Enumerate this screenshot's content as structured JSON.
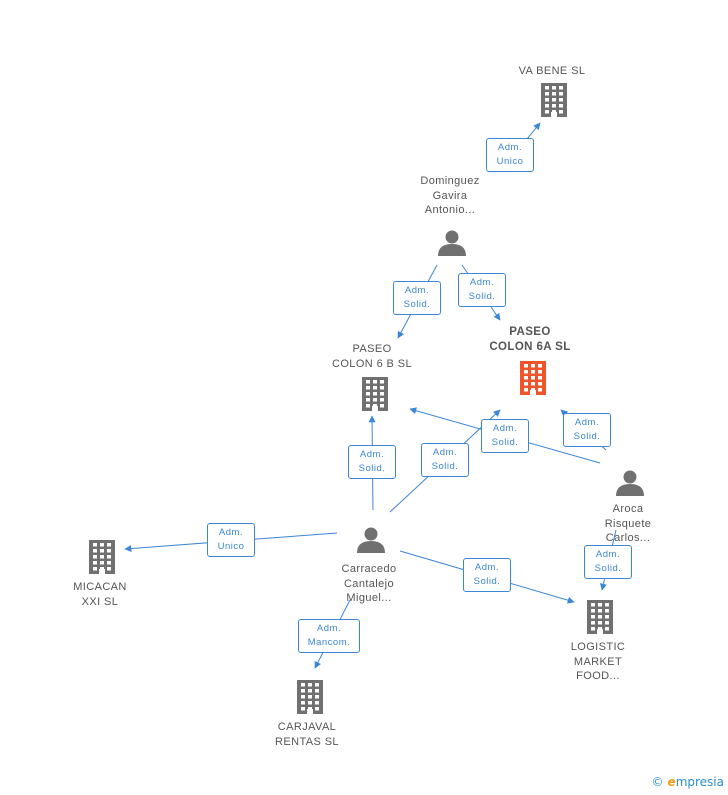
{
  "colors": {
    "edge": "#3b86d6",
    "node": "#707070",
    "highlight": "#f0542a"
  },
  "nodes": [
    {
      "id": "vabene",
      "type": "company",
      "label": "VA BENE SL",
      "icon": "building-icon"
    },
    {
      "id": "dominguez",
      "type": "person",
      "label": "Dominguez\nGavira\nAntonio...",
      "icon": "person-icon"
    },
    {
      "id": "paseo6b",
      "type": "company",
      "label": "PASEO\nCOLON 6 B SL",
      "icon": "building-icon"
    },
    {
      "id": "paseo6a",
      "type": "company",
      "label": "PASEO\nCOLON 6A SL",
      "icon": "building-icon",
      "highlight": true
    },
    {
      "id": "aroca",
      "type": "person",
      "label": "Aroca\nRisquete\nCarlos...",
      "icon": "person-icon"
    },
    {
      "id": "carracedo",
      "type": "person",
      "label": "Carracedo\nCantalejo\nMiguel...",
      "icon": "person-icon"
    },
    {
      "id": "micacan",
      "type": "company",
      "label": "MICACAN\nXXI SL",
      "icon": "building-icon"
    },
    {
      "id": "carjaval",
      "type": "company",
      "label": "CARJAVAL\nRENTAS SL",
      "icon": "building-icon"
    },
    {
      "id": "logistic",
      "type": "company",
      "label": "LOGISTIC\nMARKET\nFOOD...",
      "icon": "building-icon"
    }
  ],
  "edges": [
    {
      "from": "dominguez",
      "to": "vabene",
      "label": [
        "Adm.",
        "Unico"
      ]
    },
    {
      "from": "dominguez",
      "to": "paseo6b",
      "label": [
        "Adm.",
        "Solid."
      ]
    },
    {
      "from": "dominguez",
      "to": "paseo6a",
      "label": [
        "Adm.",
        "Solid."
      ]
    },
    {
      "from": "aroca",
      "to": "paseo6a",
      "label": [
        "Adm.",
        "Solid."
      ]
    },
    {
      "from": "aroca",
      "to": "paseo6b",
      "label": [
        "Adm.",
        "Solid."
      ]
    },
    {
      "from": "aroca",
      "to": "logistic",
      "label": [
        "Adm.",
        "Solid."
      ]
    },
    {
      "from": "carracedo",
      "to": "paseo6b",
      "label": [
        "Adm.",
        "Solid."
      ]
    },
    {
      "from": "carracedo",
      "to": "paseo6a",
      "label": [
        "Adm.",
        "Solid."
      ]
    },
    {
      "from": "carracedo",
      "to": "micacan",
      "label": [
        "Adm.",
        "Unico"
      ]
    },
    {
      "from": "carracedo",
      "to": "carjaval",
      "label": [
        "Adm.",
        "Mancom."
      ]
    },
    {
      "from": "carracedo",
      "to": "logistic",
      "label": [
        "Adm.",
        "Solid."
      ]
    }
  ],
  "brand": {
    "copyright": "©",
    "initial": "e",
    "rest": "mpresia"
  }
}
